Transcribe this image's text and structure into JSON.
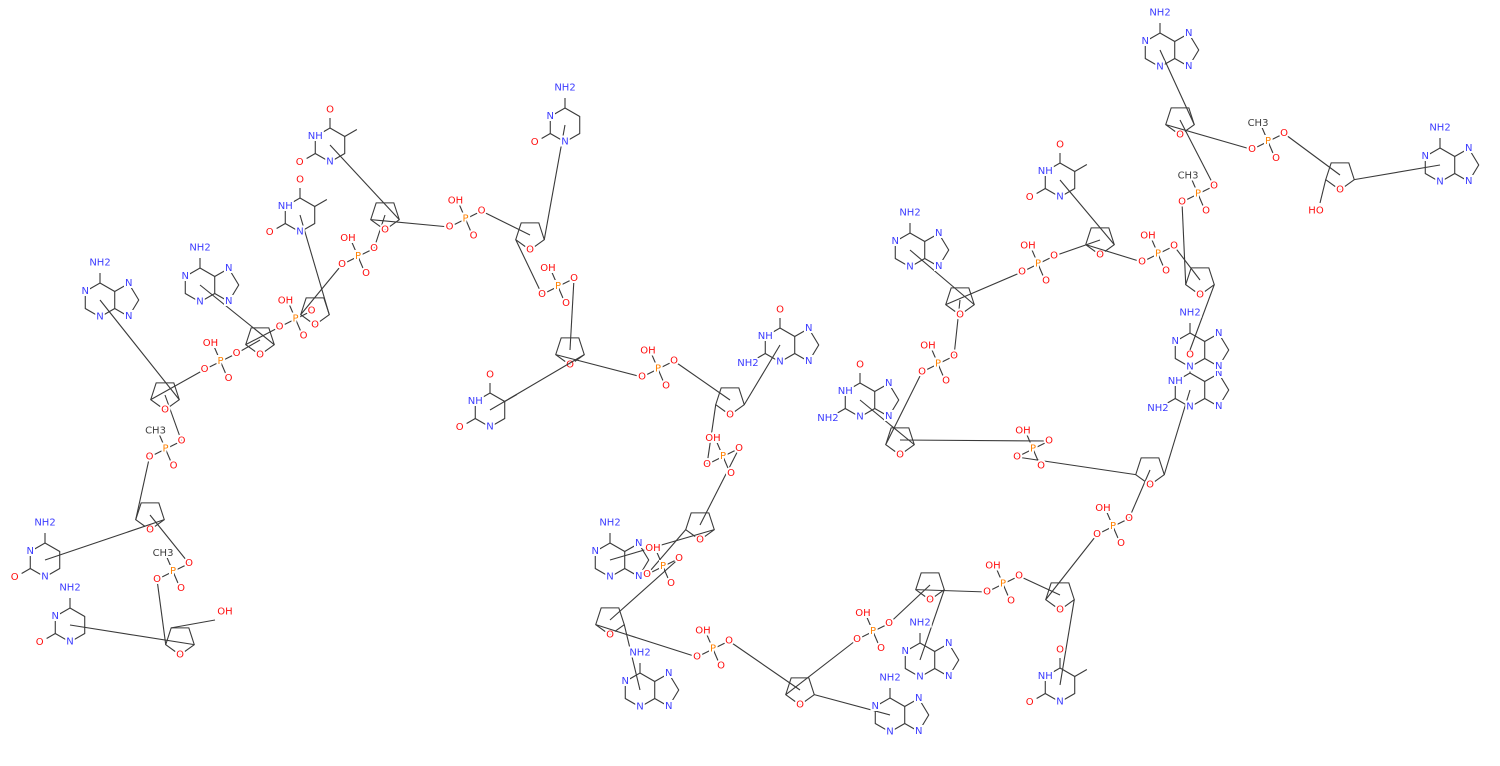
{
  "title": "DNA oligonucleotide structure",
  "colors": {
    "N": "#3c3cff",
    "O": "#ff0d0d",
    "P": "#ff8000",
    "C": "#404040",
    "bond": "#3a3a3a"
  },
  "base_labels": {
    "adenine": [
      "NH2",
      "N",
      "N",
      "N",
      "N"
    ],
    "thymine": [
      "O",
      "NH",
      "O",
      "N"
    ],
    "cytosine": [
      "NH2",
      "N",
      "O",
      "N"
    ],
    "guanine": [
      "O",
      "NH",
      "NH2",
      "N",
      "N",
      "N"
    ]
  },
  "sugar_label": "O",
  "phosphate_labels": [
    "O",
    "P",
    "O",
    "OH",
    "O"
  ],
  "methylphosphonate_labels": [
    "O",
    "P",
    "O",
    "CH3",
    "O"
  ],
  "terminal_labels": {
    "start": "OH",
    "end": "HO"
  },
  "units": [
    {
      "base": "cytosine",
      "link": "methyl"
    },
    {
      "base": "cytosine",
      "link": "methyl"
    },
    {
      "base": "adenine",
      "link": "phosphate"
    },
    {
      "base": "adenine",
      "link": "phosphate"
    },
    {
      "base": "thymine",
      "link": "phosphate"
    },
    {
      "base": "thymine",
      "link": "phosphate"
    },
    {
      "base": "cytosine",
      "link": "phosphate"
    },
    {
      "base": "thymine",
      "link": "phosphate"
    },
    {
      "base": "guanine",
      "link": "phosphate"
    },
    {
      "base": "adenine",
      "link": "phosphate"
    },
    {
      "base": "adenine",
      "link": "phosphate"
    },
    {
      "base": "adenine",
      "link": "phosphate"
    },
    {
      "base": "adenine",
      "link": "phosphate"
    },
    {
      "base": "thymine",
      "link": "phosphate"
    },
    {
      "base": "guanine",
      "link": "phosphate"
    },
    {
      "base": "guanine",
      "link": "phosphate"
    },
    {
      "base": "adenine",
      "link": "phosphate"
    },
    {
      "base": "thymine",
      "link": "phosphate"
    },
    {
      "base": "adenine",
      "link": "methyl"
    },
    {
      "base": "adenine",
      "link": "methyl"
    },
    {
      "base": "adenine",
      "link": "none"
    }
  ]
}
